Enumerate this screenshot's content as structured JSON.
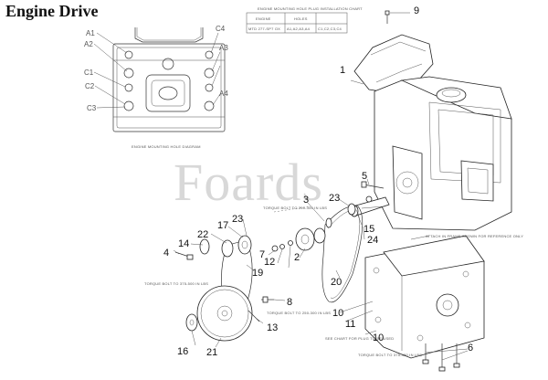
{
  "title": "Engine Drive",
  "watermark": "Foards",
  "mounting_caption": "ENGINE MOUNTING HOLE DIAGRAM",
  "hole_labels": [
    "A1",
    "A2",
    "C1",
    "C2",
    "C3",
    "C4",
    "A3",
    "A4"
  ],
  "chart_table": {
    "header": "ENGINE MOUNTING HOLE PLUG INSTALLATION CHART",
    "col_engine": "ENGINE",
    "col_holes": "HOLES",
    "row_values": [
      "MTD 277-SP7 OX",
      "A1,A2,A3,A4",
      "C1,C2,C3,C4"
    ]
  },
  "callouts": [
    "1",
    "2",
    "3",
    "4",
    "5",
    "6",
    "7",
    "8",
    "9",
    "10",
    "11",
    "12",
    "13",
    "14",
    "15",
    "16",
    "17",
    "19",
    "20",
    "21",
    "22",
    "23",
    "24"
  ],
  "notes": {
    "torque_top": "TORQUE BOLT TO 250-300 IN LBS",
    "torque_left": "TORQUE BOLT TO 375-500 IN LBS",
    "torque_mid": "TORQUE BOLT TO 250-300 IN LBS",
    "attach_frame": "ATTACH IN FRAME SHOWN FOR REFERENCE ONLY",
    "see_chart": "SEE CHART FOR PLUG TO BE USED",
    "torque_bottom": "TORQUE BOLT TO 375-450 IN LBS"
  }
}
